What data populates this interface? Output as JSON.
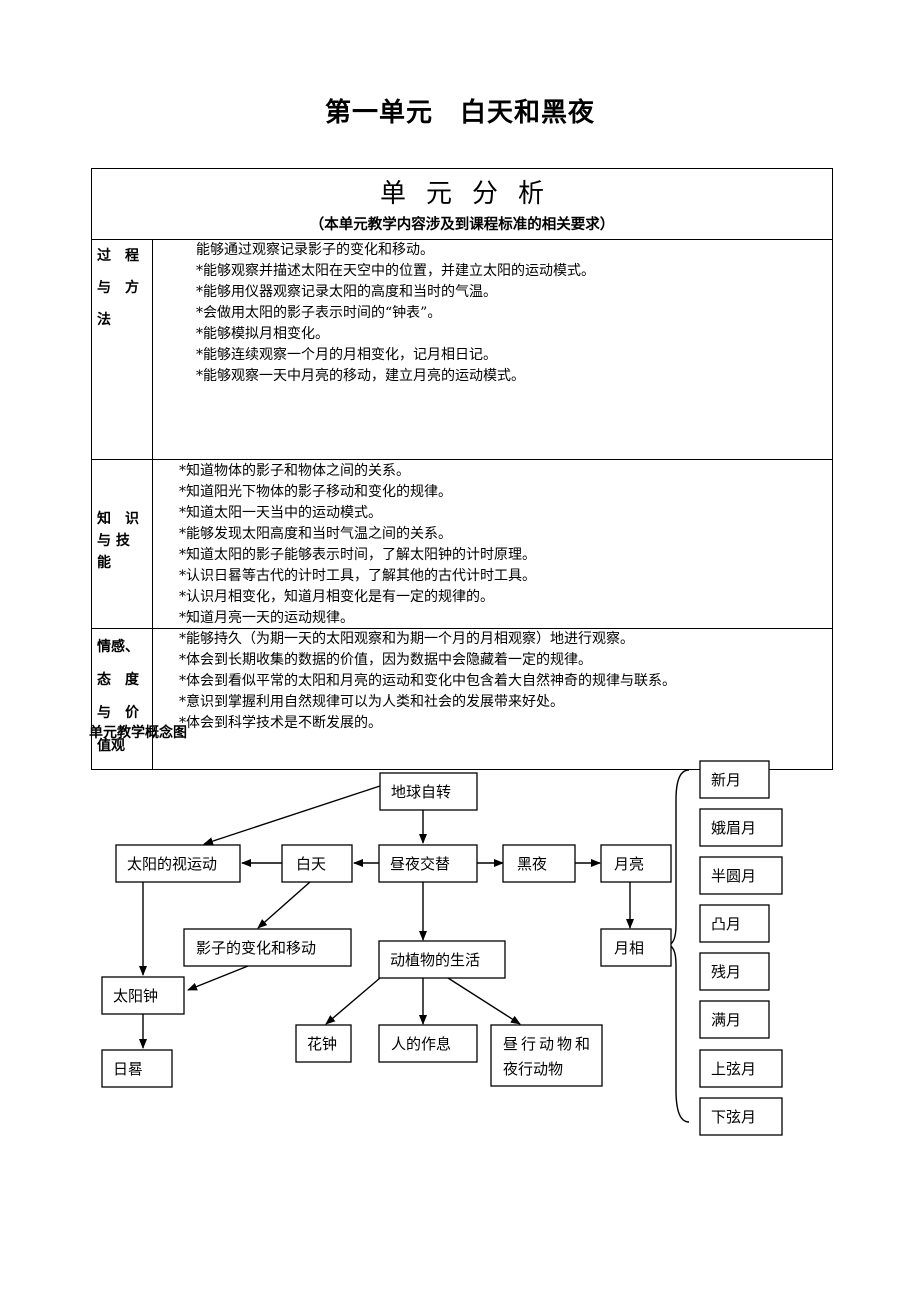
{
  "document": {
    "title": "第一单元　白天和黑夜"
  },
  "analysis_table": {
    "heading": "单元分析",
    "subheading": "（本单元教学内容涉及到课程标准的相关要求）",
    "rows": [
      {
        "label_lines": [
          "过　程",
          "与　方",
          "法"
        ],
        "items": [
          "能够通过观察记录影子的变化和移动。",
          "*能够观察并描述太阳在天空中的位置，并建立太阳的运动模式。",
          "*能够用仪器观察记录太阳的高度和当时的气温。",
          "*会做用太阳的影子表示时间的“钟表”。",
          "*能够模拟月相变化。",
          "*能够连续观察一个月的月相变化，记月相日记。",
          "*能够观察一天中月亮的移动，建立月亮的运动模式。"
        ]
      },
      {
        "label_lines": [
          "知　识",
          "与 技",
          "能"
        ],
        "items": [
          "*知道物体的影子和物体之间的关系。",
          "*知道阳光下物体的影子移动和变化的规律。",
          "*知道太阳一天当中的运动模式。",
          "*能够发现太阳高度和当时气温之间的关系。",
          "*知道太阳的影子能够表示时间，了解太阳钟的计时原理。",
          "*认识日晷等古代的计时工具，了解其他的古代计时工具。",
          "*认识月相变化，知道月相变化是有一定的规律的。",
          "*知道月亮一天的运动规律。"
        ]
      },
      {
        "label_lines": [
          "情感、",
          "态　度",
          "与　价",
          "值观"
        ],
        "items": [
          "*能够持久（为期一天的太阳观察和为期一个月的月相观察）地进行观察。",
          "*体会到长期收集的数据的价值，因为数据中会隐藏着一定的规律。",
          "*体会到看似平常的太阳和月亮的运动和变化中包含着大自然神奇的规律与联系。",
          "*意识到掌握利用自然规律可以为人类和社会的发展带来好处。",
          "*体会到科学技术是不断发展的。"
        ]
      }
    ]
  },
  "concept_map": {
    "caption": "单元教学概念图",
    "nodes": {
      "earth_rotation": "地球自转",
      "sun_apparent_motion": "太阳的视运动",
      "daytime": "白天",
      "day_night_alternation": "昼夜交替",
      "night": "黑夜",
      "moon": "月亮",
      "shadow_change": "影子的变化和移动",
      "plant_animal_life": "动植物的生活",
      "moon_phase": "月相",
      "sundial_clock": "太阳钟",
      "sundial": "日晷",
      "flower_clock": "花钟",
      "human_routine": "人的作息",
      "diurnal_nocturnal_line1": "昼行动物和",
      "diurnal_nocturnal_line2": "夜行动物"
    },
    "moon_phases": [
      "新月",
      "娥眉月",
      "半圆月",
      "凸月",
      "残月",
      "满月",
      "上弦月",
      "下弦月"
    ]
  }
}
